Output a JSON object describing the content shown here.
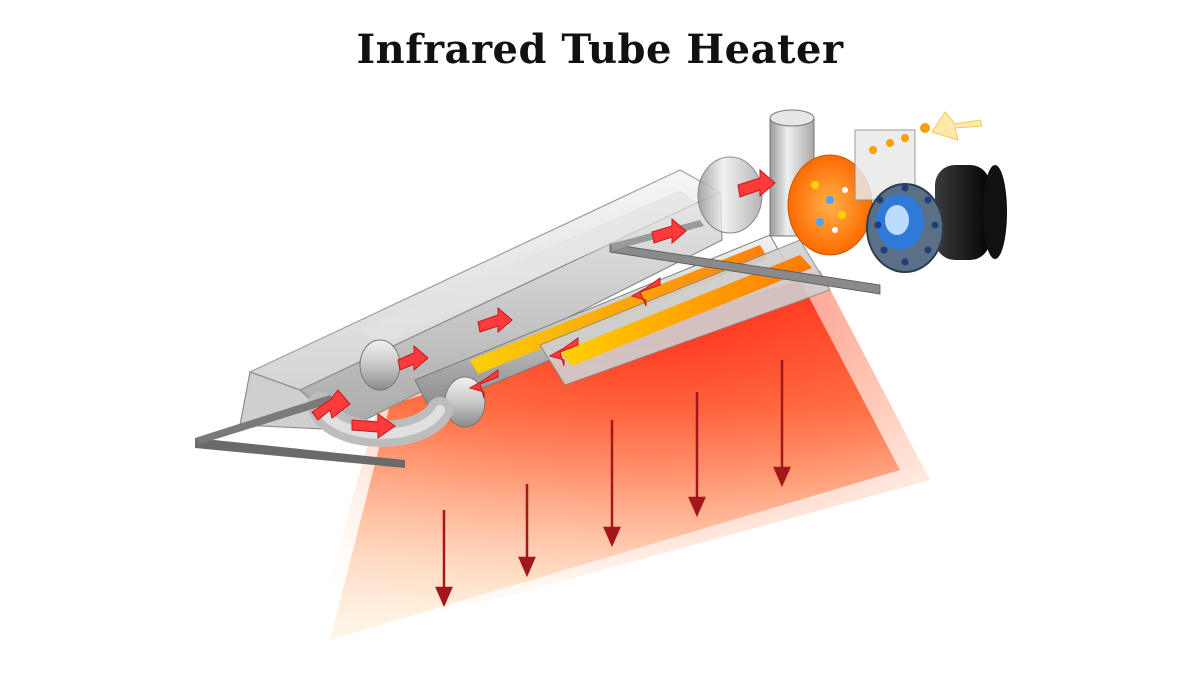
{
  "title": "Infrared Tube Heater",
  "colors": {
    "heat_core": "#ff2a1a",
    "heat_fade": "#ffd9a0",
    "arrow_heat": "#b01818",
    "flow_arrow": "#ff3b3b",
    "flame": "#ff9a00",
    "metal_light": "#eeeeee",
    "metal_mid": "#c9c9c9",
    "metal_dark": "#8c8c8c",
    "frame": "#555555",
    "blower_body": "#1a1a1a",
    "intake_arrow": "#ffe9a8",
    "background": "#ffffff"
  },
  "icons": [
    "heat-radiation-arrow",
    "airflow-arrow",
    "intake-air-arrow",
    "blower-fan",
    "burner",
    "exhaust-pipe",
    "reflector-hood",
    "radiant-tube"
  ]
}
